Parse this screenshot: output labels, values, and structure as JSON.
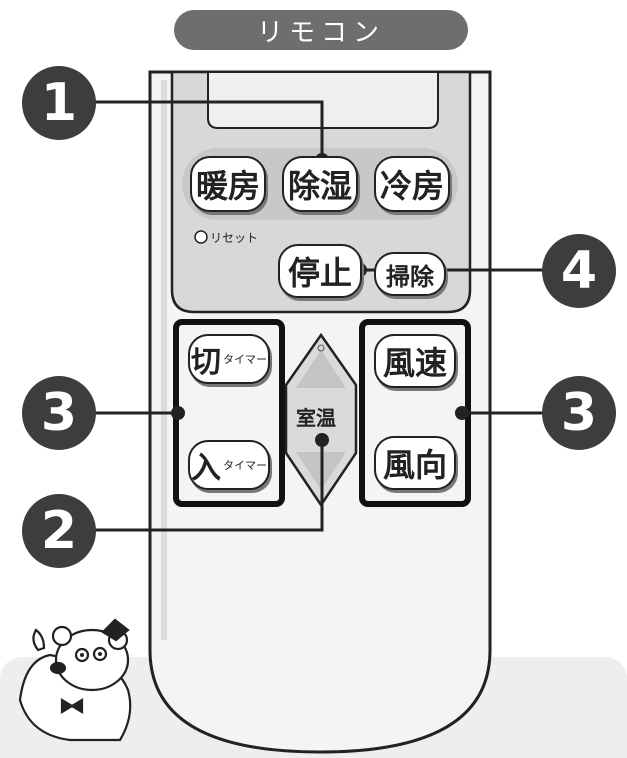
{
  "title": "リモコン",
  "buttons": {
    "heating": "暖房",
    "dehumidify": "除湿",
    "cooling": "冷房",
    "stop": "停止",
    "cleaning": "掃除",
    "off_timer_main": "切",
    "off_timer_sub": "タイマー",
    "on_timer_main": "入",
    "on_timer_sub": "タイマー",
    "fan_speed": "風速",
    "fan_direction": "風向",
    "room_temp": "室温"
  },
  "reset_label": "リセット",
  "callouts": {
    "one": "1",
    "two": "2",
    "three_left": "3",
    "three_right": "3",
    "four": "4"
  }
}
